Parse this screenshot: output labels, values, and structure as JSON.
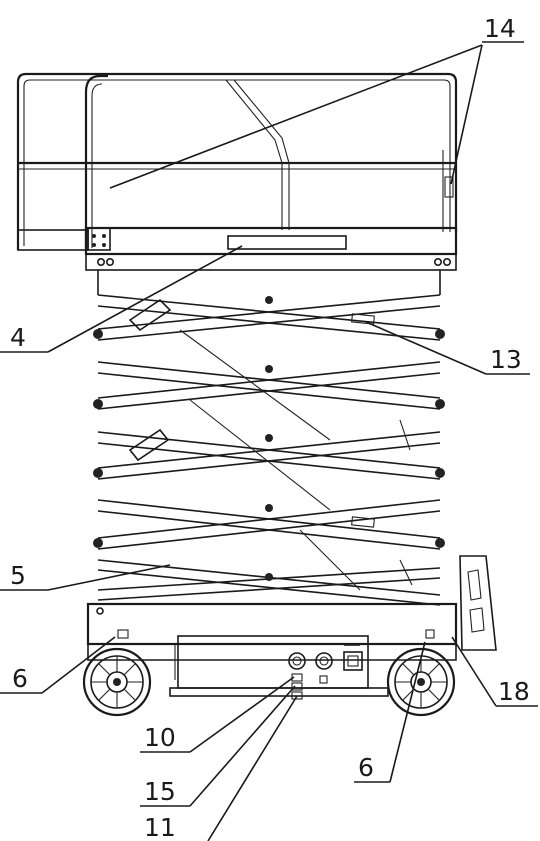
{
  "callouts": {
    "c14": "14",
    "c4": "4",
    "c13": "13",
    "c5": "5",
    "c6_left": "6",
    "c18": "18",
    "c10": "10",
    "c6_right": "6",
    "c15": "15",
    "c11": "11"
  }
}
